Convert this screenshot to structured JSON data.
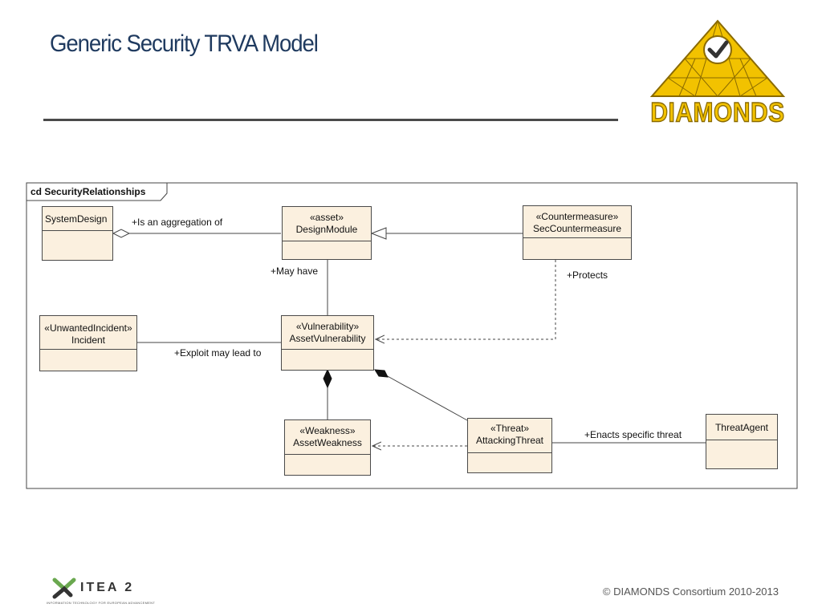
{
  "slide": {
    "title": "Generic Security TRVA Model",
    "footer": "© DIAMONDS Consortium 2010-2013"
  },
  "logo": {
    "name": "DIAMONDS",
    "color_primary": "#f2c200",
    "color_outline": "#8a6a00"
  },
  "partner_logo": {
    "name": "ITEA 2",
    "tagline": "INFORMATION TECHNOLOGY FOR EUROPEAN ADVANCEMENT"
  },
  "diagram": {
    "frame_label": "cd SecurityRelationships",
    "class_fill": "#fbf0df",
    "classes": {
      "system_design": {
        "name": "SystemDesign"
      },
      "design_module": {
        "stereotype": "«asset»",
        "name": "DesignModule"
      },
      "sec_countermeasure": {
        "stereotype": "«Countermeasure»",
        "name": "SecCountermeasure"
      },
      "incident": {
        "stereotype": "«UnwantedIncident»",
        "name": "Incident"
      },
      "asset_vulnerability": {
        "stereotype": "«Vulnerability»",
        "name": "AssetVulnerability"
      },
      "asset_weakness": {
        "stereotype": "«Weakness»",
        "name": "AssetWeakness"
      },
      "attacking_threat": {
        "stereotype": "«Threat»",
        "name": "AttackingThreat"
      },
      "threat_agent": {
        "name": "ThreatAgent"
      }
    },
    "relations": {
      "aggregation": "+Is an aggregation of",
      "may_have": "+May have",
      "protects": "+Protects",
      "exploit": "+Exploit may lead to",
      "enacts": "+Enacts specific threat"
    }
  }
}
